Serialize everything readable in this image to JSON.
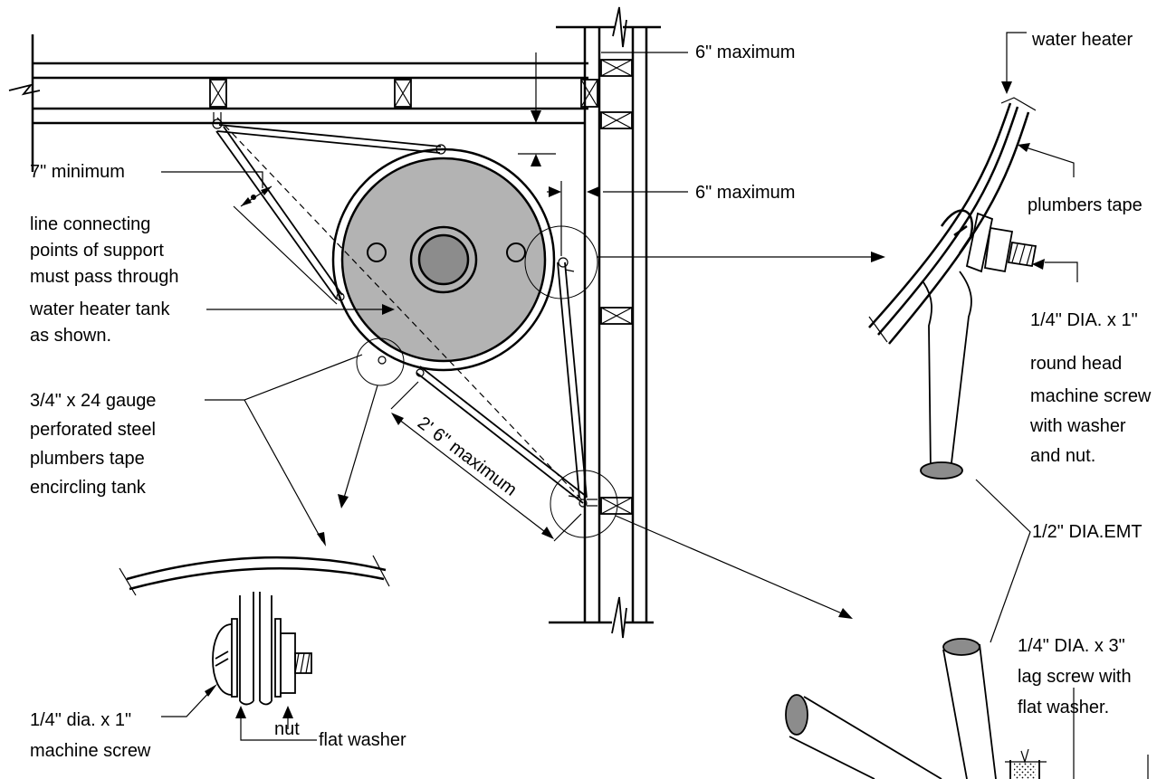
{
  "colors": {
    "line": "#000000",
    "tank_fill": "#b3b3b3",
    "tank_core": "#8c8c8c",
    "pipe_end": "#8c8c8c",
    "background": "#ffffff"
  },
  "labels": {
    "water_heater": "water heater",
    "six_max_top": "6\" maximum",
    "six_max_side": "6\" maximum",
    "seven_min": "7\" minimum",
    "line_connecting": [
      "line connecting",
      "points of support",
      "must pass through",
      "water heater tank",
      "as shown."
    ],
    "plumbers_tape_right": "plumbers tape",
    "round_head_screw": [
      "1/4\" DIA. x 1\"",
      "round head",
      "machine screw",
      "with washer",
      "and nut."
    ],
    "gauge_tape": [
      "3/4\" x 24 gauge",
      "perforated steel",
      "plumbers tape",
      "encircling tank"
    ],
    "two_six_max": "2' 6\" maximum",
    "emt": "1/2\" DIA.EMT",
    "lag_screw": [
      "1/4\" DIA. x 3\"",
      "lag screw with",
      "flat washer."
    ],
    "machine_screw_left": [
      "1/4\" dia. x 1\"",
      "machine screw"
    ],
    "nut": "nut",
    "flat_washer": "flat washer"
  }
}
